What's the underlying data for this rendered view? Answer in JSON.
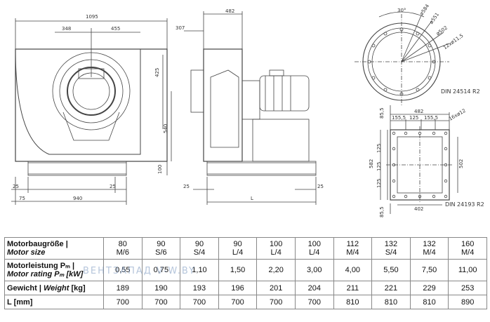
{
  "front_view": {
    "dims": [
      "1095",
      "348",
      "455",
      "425",
      "540",
      "100",
      "25",
      "25",
      "75",
      "940"
    ]
  },
  "side_view": {
    "dims": [
      "482",
      "307",
      "25",
      "25",
      "L"
    ]
  },
  "flange_round": {
    "dims": [
      "30°",
      "ø584",
      "ø551",
      "ø502",
      "12xø11,5"
    ],
    "standard": "DIN 24514 R2"
  },
  "flange_square": {
    "dims": [
      "85,5",
      "482",
      "155,5",
      "125",
      "155,5",
      "16xø12",
      "582",
      "125",
      "125",
      "125",
      "502",
      "402",
      "85,5"
    ],
    "standard": "DIN 24193 R2"
  },
  "table": {
    "rows": [
      {
        "label_de": "Motorbaugröße |",
        "label_en": "Motor size",
        "cells": [
          [
            "80",
            "M/6"
          ],
          [
            "90",
            "S/6"
          ],
          [
            "90",
            "S/4"
          ],
          [
            "90",
            "L/4"
          ],
          [
            "100",
            "L/4"
          ],
          [
            "100",
            "L/4"
          ],
          [
            "112",
            "M/4"
          ],
          [
            "132",
            "S/4"
          ],
          [
            "132",
            "M/4"
          ],
          [
            "160",
            "M/4"
          ]
        ]
      },
      {
        "label_de": "Motorleistung Pₘ |",
        "label_en": "Motor rating Pₘ [kW]",
        "cells": [
          "0,55",
          "0,75",
          "1,10",
          "1,50",
          "2,20",
          "3,00",
          "4,00",
          "5,50",
          "7,50",
          "11,00"
        ]
      },
      {
        "label": "Gewicht | ",
        "label_em": "Weight",
        "label_unit": " [kg]",
        "cells": [
          "189",
          "190",
          "193",
          "196",
          "201",
          "204",
          "211",
          "221",
          "229",
          "253"
        ]
      },
      {
        "label": "L [mm]",
        "cells": [
          "700",
          "700",
          "700",
          "700",
          "700",
          "700",
          "810",
          "810",
          "810",
          "890"
        ]
      }
    ]
  },
  "watermark": "ВЕНТЗАПАД  V-W.BY"
}
